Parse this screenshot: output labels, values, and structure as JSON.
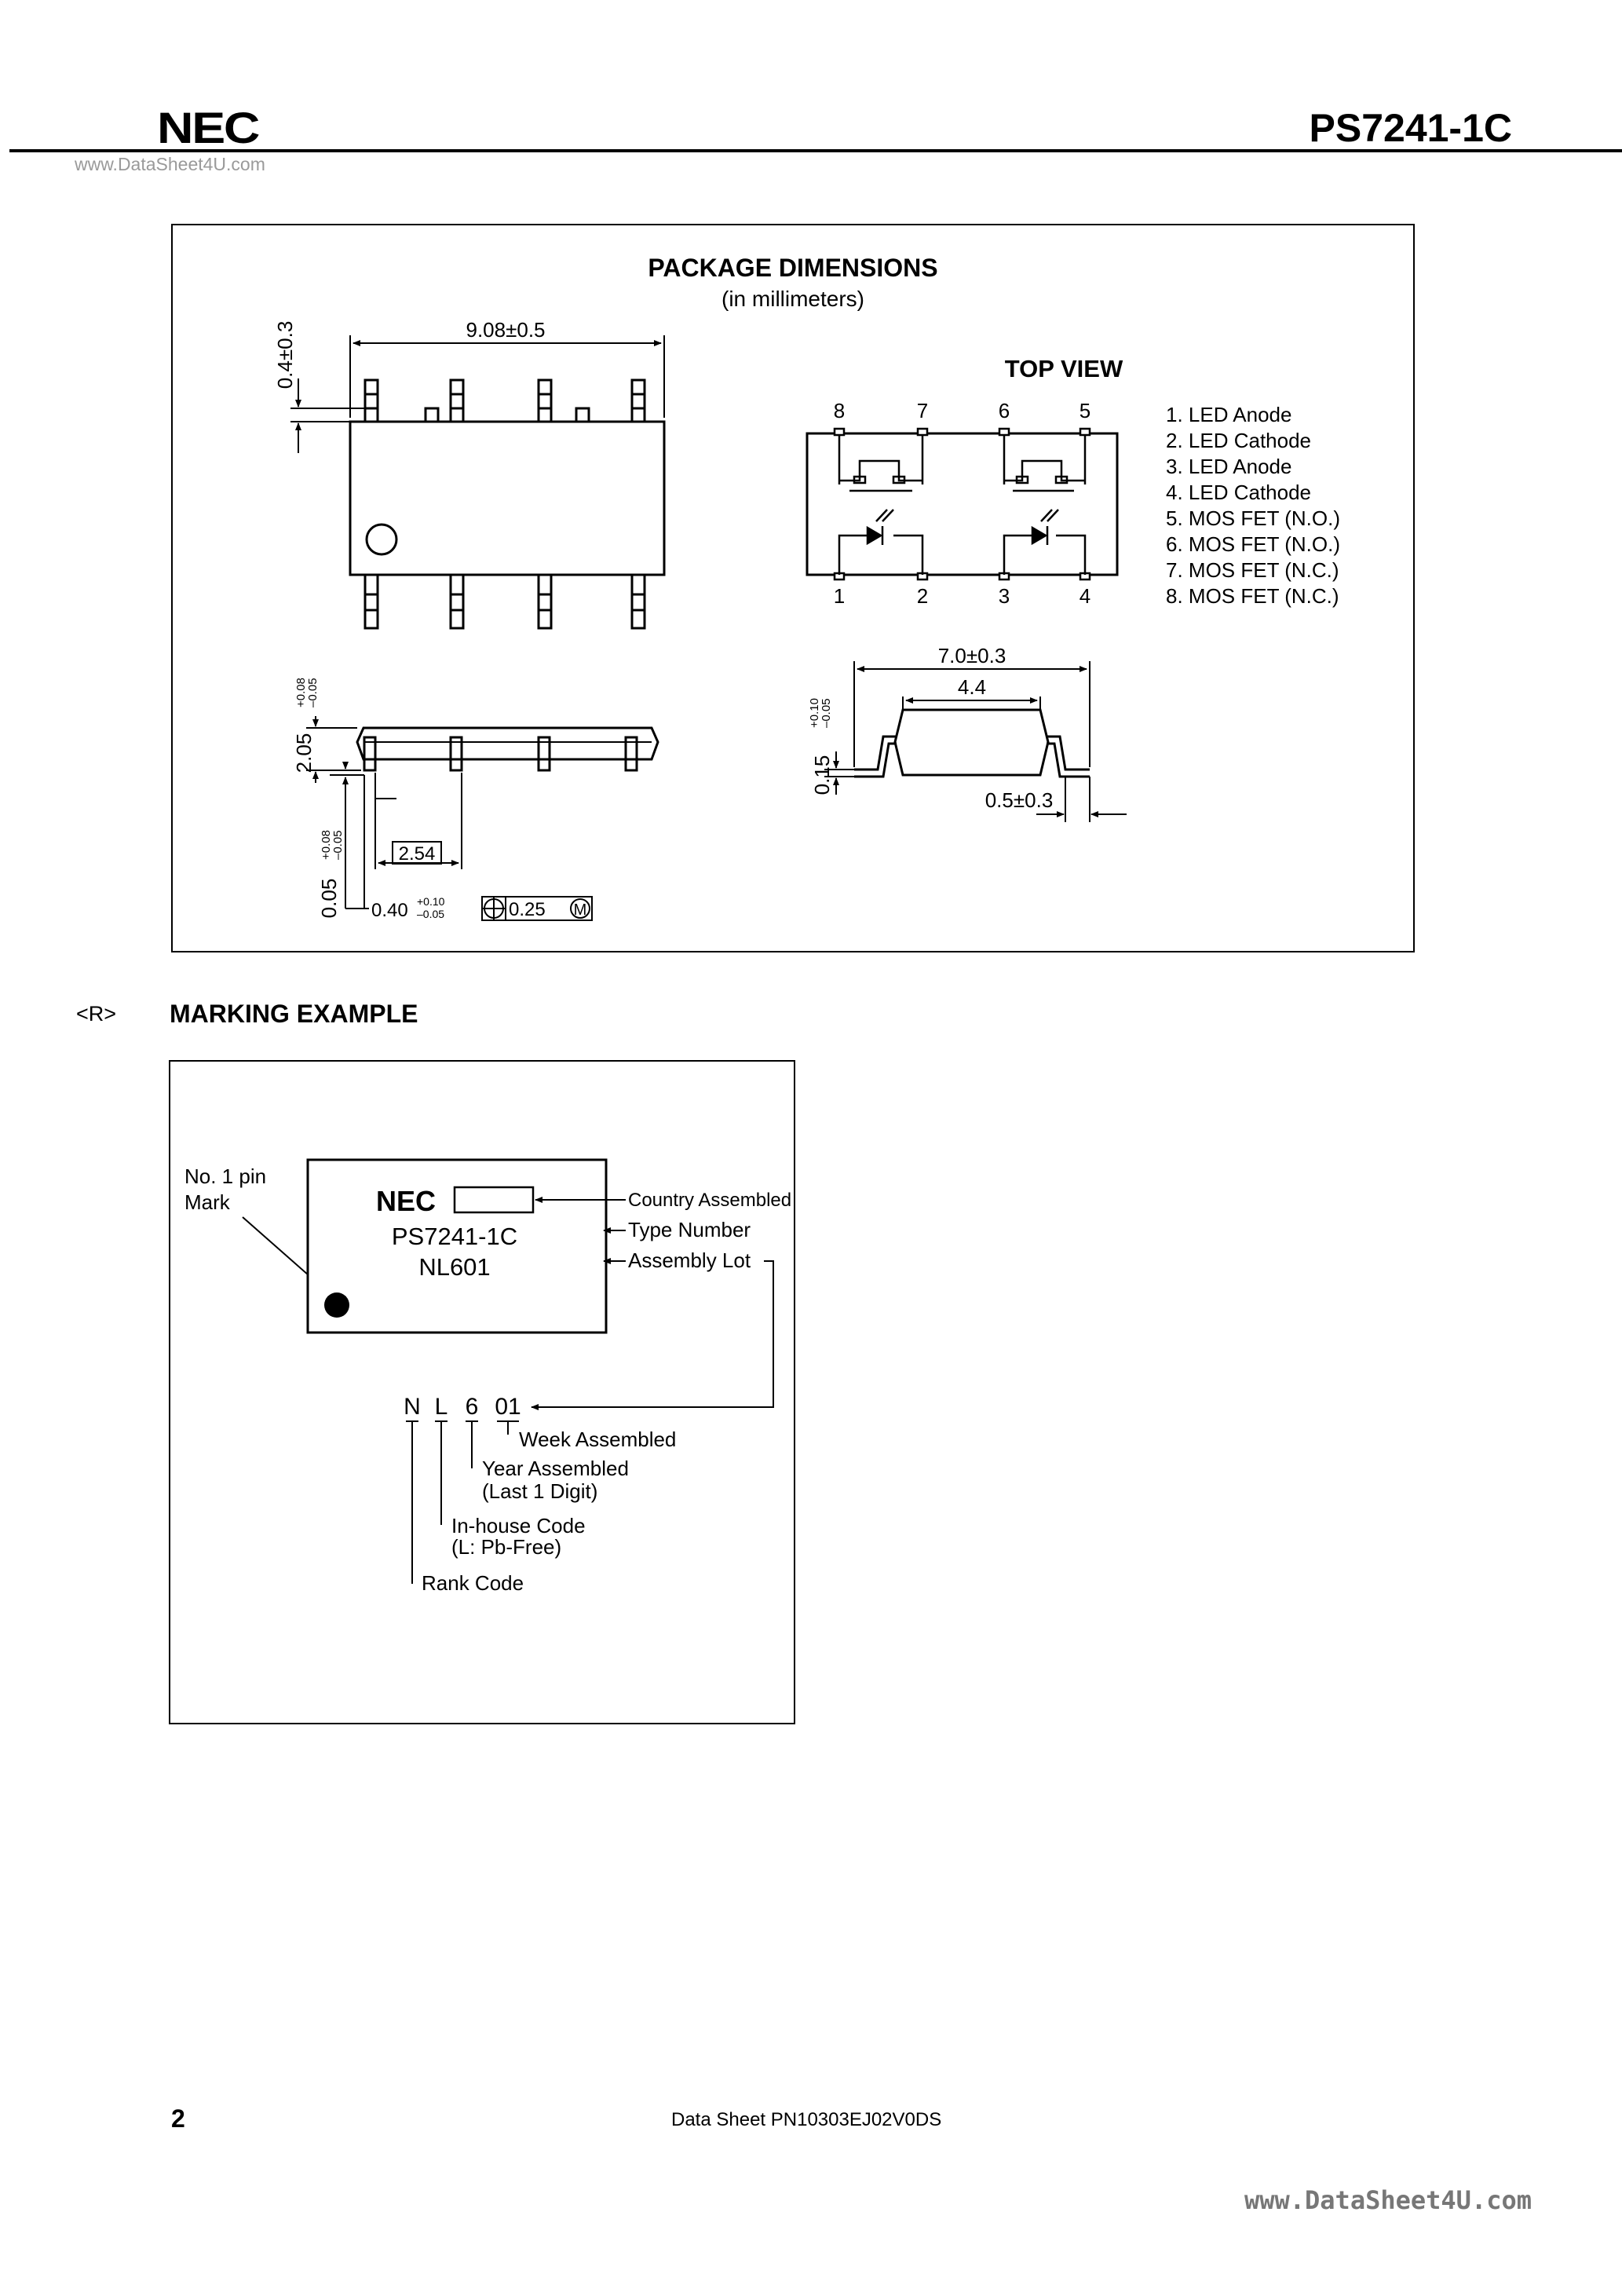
{
  "header": {
    "brand": "NEC",
    "watermark": "www.DataSheet4U.com",
    "product": "PS7241-1C"
  },
  "package": {
    "title": "PACKAGE  DIMENSIONS",
    "subtitle": "(in millimeters)",
    "top_view_label": "TOP VIEW",
    "dims": {
      "length": "9.08±0.5",
      "lead_width_v": "0.4±0.3",
      "height": "2.05",
      "height_tol_plus": "+0.08",
      "height_tol_minus": "–0.05",
      "standoff": "0.05",
      "standoff_tol_plus": "+0.08",
      "standoff_tol_minus": "–0.05",
      "pitch": "2.54",
      "lead_w": "0.40",
      "lead_w_tol_plus": "+0.10",
      "lead_w_tol_minus": "–0.05",
      "position_tol": "0.25",
      "position_mod": "M",
      "width_total": "7.0±0.3",
      "width_body": "4.4",
      "lead_thick": "0.15",
      "lead_thick_tol_plus": "+0.10",
      "lead_thick_tol_minus": "–0.05",
      "foot": "0.5±0.3"
    },
    "pin_numbers_top": [
      "8",
      "7",
      "6",
      "5"
    ],
    "pin_numbers_bottom": [
      "1",
      "2",
      "3",
      "4"
    ],
    "pin_list": [
      "1. LED Anode",
      "2. LED Cathode",
      "3. LED Anode",
      "4. LED Cathode",
      "5. MOS FET (N.O.)",
      "6. MOS FET (N.O.)",
      "7. MOS FET (N.C.)",
      "8. MOS FET (N.C.)"
    ]
  },
  "marking": {
    "revision_mark": "<R>",
    "title": "MARKING  EXAMPLE",
    "pin_mark_line1": "No. 1 pin",
    "pin_mark_line2": "Mark",
    "chip_brand": "NEC",
    "chip_type": "PS7241-1C",
    "chip_lot": "NL601",
    "label_country": "Country Assembled",
    "label_type": "Type Number",
    "label_lot": "Assembly Lot",
    "lot_chars": [
      "N",
      "L",
      "6",
      "01"
    ],
    "week": "Week Assembled",
    "year_line1": "Year Assembled",
    "year_line2": "(Last 1 Digit)",
    "inhouse_line1": "In-house Code",
    "inhouse_line2": "(L: Pb-Free)",
    "rank": "Rank Code"
  },
  "footer": {
    "page": "2",
    "doc_id": "Data Sheet  PN10303EJ02V0DS",
    "watermark": "www.DataSheet4U.com"
  }
}
